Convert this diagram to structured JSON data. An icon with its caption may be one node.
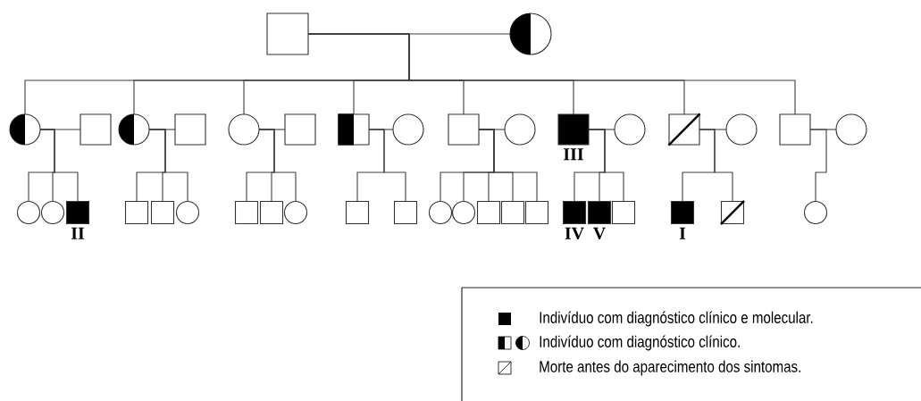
{
  "diagram": {
    "nodes": [
      {
        "text": [],
        "shape": "box"
      },
      {
        "text": [],
        "shape": "half-circle"
      },
      {
        "text": [],
        "shape": "half-circle"
      },
      {
        "text": [],
        "shape": "box"
      },
      {
        "text": [],
        "shape": "half-circle"
      },
      {
        "text": [],
        "shape": "box"
      },
      {
        "text": [],
        "shape": "circle"
      },
      {
        "text": [],
        "shape": "box"
      },
      {
        "text": [],
        "shape": "half-box"
      },
      {
        "text": [],
        "shape": "circle"
      },
      {
        "text": [],
        "shape": "box"
      },
      {
        "text": [],
        "shape": "circle"
      },
      {
        "text": [],
        "shape": "filled-box",
        "beside": [
          "III"
        ]
      },
      {
        "text": [],
        "shape": "circle"
      },
      {
        "text": [],
        "shape": "crossed-box"
      },
      {
        "text": [],
        "shape": "circle"
      },
      {
        "text": [],
        "shape": "box"
      },
      {
        "text": [],
        "shape": "circle"
      },
      {
        "text": [],
        "shape": "circle"
      },
      {
        "text": [],
        "shape": "circle"
      },
      {
        "text": [],
        "shape": "filled-box",
        "beside": [
          "II"
        ]
      },
      {
        "text": [],
        "shape": "box"
      },
      {
        "text": [],
        "shape": "box"
      },
      {
        "text": [],
        "shape": "circle"
      },
      {
        "text": [],
        "shape": "box"
      },
      {
        "text": [],
        "shape": "box"
      },
      {
        "text": [],
        "shape": "circle"
      },
      {
        "text": [],
        "shape": "box"
      },
      {
        "text": [],
        "shape": "box"
      },
      {
        "text": [],
        "shape": "circle"
      },
      {
        "text": [],
        "shape": "circle"
      },
      {
        "text": [],
        "shape": "box"
      },
      {
        "text": [],
        "shape": "box"
      },
      {
        "text": [],
        "shape": "box"
      },
      {
        "text": [],
        "shape": "filled-box",
        "beside": [
          "IV"
        ]
      },
      {
        "text": [],
        "shape": "filled-box",
        "beside": [
          "V"
        ]
      },
      {
        "text": [],
        "shape": "box"
      },
      {
        "text": [],
        "shape": "filled-box",
        "beside": [
          "I"
        ]
      },
      {
        "text": [],
        "shape": "crossed-box"
      },
      {
        "text": [],
        "shape": "circle"
      }
    ],
    "edges": [
      {
        "from": 0,
        "to": 1,
        "arrow": "none"
      },
      {
        "from": 0,
        "to": 2,
        "arrow": "none"
      },
      {
        "from": 0,
        "to": 4,
        "arrow": "none"
      },
      {
        "from": 0,
        "to": 6,
        "arrow": "none"
      },
      {
        "from": 0,
        "to": 8,
        "arrow": "none"
      },
      {
        "from": 0,
        "to": 10,
        "arrow": "none"
      },
      {
        "from": 0,
        "to": 12,
        "arrow": "none"
      },
      {
        "from": 0,
        "to": 14,
        "arrow": "none"
      },
      {
        "from": 0,
        "to": 16,
        "arrow": "none"
      },
      {
        "from": 2,
        "to": 3,
        "arrow": "none"
      },
      {
        "from": 4,
        "to": 5,
        "arrow": "none"
      },
      {
        "from": 6,
        "to": 7,
        "arrow": "none"
      },
      {
        "from": 8,
        "to": 9,
        "arrow": "none"
      },
      {
        "from": 10,
        "to": 11,
        "arrow": "none"
      },
      {
        "from": 12,
        "to": 13,
        "arrow": "none"
      },
      {
        "from": 14,
        "to": 15,
        "arrow": "none"
      },
      {
        "from": 16,
        "to": 17,
        "arrow": "none"
      },
      {
        "from": 2,
        "to": 18,
        "arrow": "none"
      },
      {
        "from": 2,
        "to": 19,
        "arrow": "none"
      },
      {
        "from": 2,
        "to": 20,
        "arrow": "none"
      },
      {
        "from": 4,
        "to": 21,
        "arrow": "none"
      },
      {
        "from": 4,
        "to": 22,
        "arrow": "none"
      },
      {
        "from": 4,
        "to": 23,
        "arrow": "none"
      },
      {
        "from": 6,
        "to": 24,
        "arrow": "none"
      },
      {
        "from": 6,
        "to": 25,
        "arrow": "none"
      },
      {
        "from": 6,
        "to": 26,
        "arrow": "none"
      },
      {
        "from": 8,
        "to": 27,
        "arrow": "none"
      },
      {
        "from": 8,
        "to": 28,
        "arrow": "none"
      },
      {
        "from": 10,
        "to": 29,
        "arrow": "none"
      },
      {
        "from": 10,
        "to": 30,
        "arrow": "none"
      },
      {
        "from": 10,
        "to": 31,
        "arrow": "none"
      },
      {
        "from": 10,
        "to": 32,
        "arrow": "none"
      },
      {
        "from": 10,
        "to": 33,
        "arrow": "none"
      },
      {
        "from": 12,
        "to": 34,
        "arrow": "none"
      },
      {
        "from": 12,
        "to": 35,
        "arrow": "none"
      },
      {
        "from": 12,
        "to": 36,
        "arrow": "none"
      },
      {
        "from": 14,
        "to": 37,
        "arrow": "none"
      },
      {
        "from": 14,
        "to": 38,
        "arrow": "none"
      },
      {
        "from": 16,
        "to": 39,
        "arrow": "none"
      }
    ],
    "legend": [
      {
        "text": "Indivíduo com diagnóstico clínico e molecular."
      },
      {
        "text": "Indivíduo com diagnóstico clínico."
      },
      {
        "text": "Morte antes do aparecimento dos sintomas."
      }
    ]
  }
}
